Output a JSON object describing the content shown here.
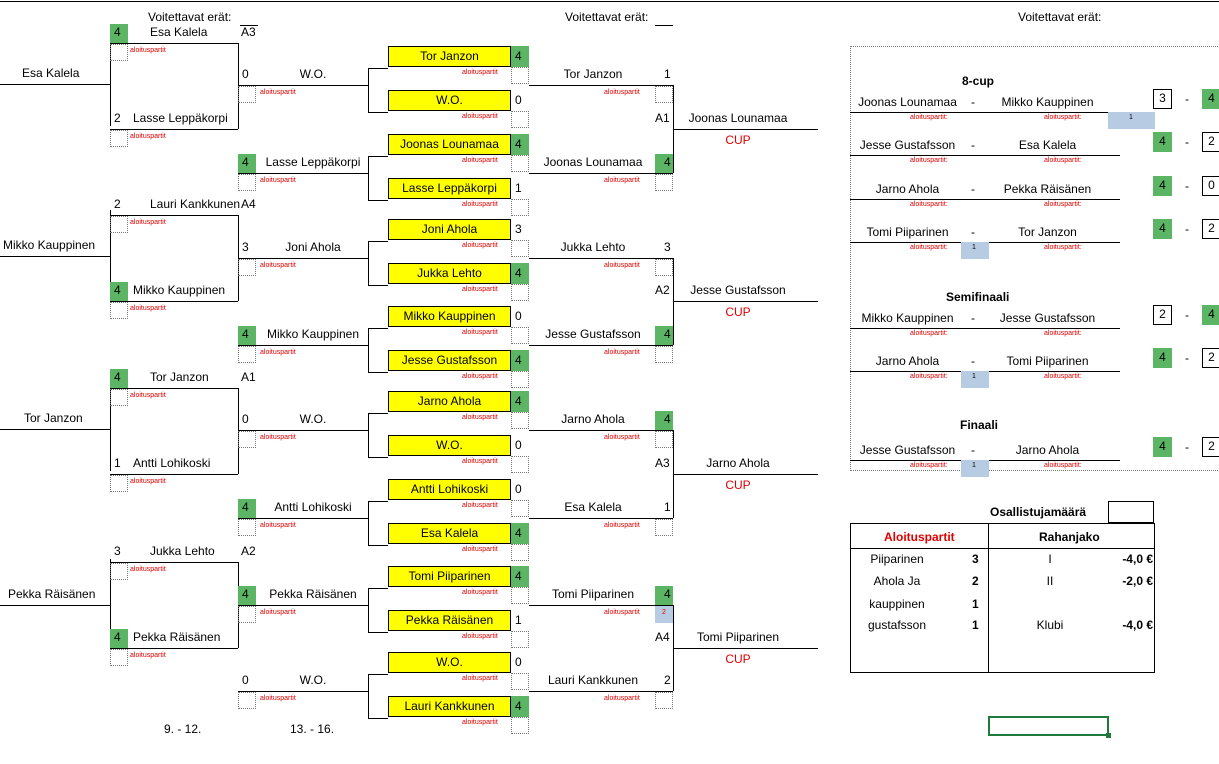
{
  "header": {
    "col1_title": "Voitettavat erät:",
    "col2_title": "Voitettavat erät:",
    "col3_title": "Voitettavat erät:"
  },
  "note_label": "aloituspartit",
  "note_label_colon": "aloituspartit:",
  "round1": [
    {
      "name": "Esa Kalela"
    },
    {
      "name": "Mikko Kauppinen"
    },
    {
      "name": "Tor Janzon"
    },
    {
      "name": "Pekka Räisänen"
    }
  ],
  "round2": [
    {
      "score": "4",
      "name": "Esa Kalela",
      "code": "A3"
    },
    {
      "score": "2",
      "name": "Lasse Leppäkorpi",
      "code": ""
    },
    {
      "score": "2",
      "name": "Lauri Kankkunen",
      "code": "A4"
    },
    {
      "score": "4",
      "name": "Mikko Kauppinen",
      "code": ""
    },
    {
      "score": "4",
      "name": "Tor Janzon",
      "code": "A1"
    },
    {
      "score": "1",
      "name": "Antti Lohikoski",
      "code": ""
    },
    {
      "score": "3",
      "name": "Jukka Lehto",
      "code": "A2"
    },
    {
      "score": "4",
      "name": "Pekka Räisänen",
      "code": ""
    }
  ],
  "round3": [
    {
      "score": "0",
      "name": "W.O."
    },
    {
      "score": "4",
      "name": "Lasse Leppäkorpi"
    },
    {
      "score": "3",
      "name": "Joni Ahola"
    },
    {
      "score": "4",
      "name": "Mikko Kauppinen"
    },
    {
      "score": "0",
      "name": "W.O."
    },
    {
      "score": "4",
      "name": "Antti Lohikoski"
    },
    {
      "score": "4",
      "name": "Pekka Räisänen"
    },
    {
      "score": "0",
      "name": "W.O."
    }
  ],
  "round4": [
    {
      "name": "Tor Janzon",
      "score": "4"
    },
    {
      "name": "W.O.",
      "score": "0"
    },
    {
      "name": "Joonas Lounamaa",
      "score": "4"
    },
    {
      "name": "Lasse Leppäkorpi",
      "score": "1"
    },
    {
      "name": "Joni Ahola",
      "score": "3"
    },
    {
      "name": "Jukka Lehto",
      "score": "4"
    },
    {
      "name": "Mikko Kauppinen",
      "score": "0"
    },
    {
      "name": "Jesse Gustafsson",
      "score": "4"
    },
    {
      "name": "Jarno Ahola",
      "score": "4"
    },
    {
      "name": "W.O.",
      "score": "0"
    },
    {
      "name": "Antti Lohikoski",
      "score": "0"
    },
    {
      "name": "Esa Kalela",
      "score": "4"
    },
    {
      "name": "Tomi Piiparinen",
      "score": "4"
    },
    {
      "name": "Pekka Räisänen",
      "score": "1"
    },
    {
      "name": "W.O.",
      "score": "0"
    },
    {
      "name": "Lauri Kankkunen",
      "score": "4"
    }
  ],
  "round5": [
    {
      "name": "Tor Janzon",
      "score": "1"
    },
    {
      "name": "Joonas Lounamaa",
      "score": "4"
    },
    {
      "name": "Jukka Lehto",
      "score": "3"
    },
    {
      "name": "Jesse Gustafsson",
      "score": "4"
    },
    {
      "name": "Jarno Ahola",
      "score": "4"
    },
    {
      "name": "Esa Kalela",
      "score": "1"
    },
    {
      "name": "Tomi Piiparinen",
      "score": "4"
    },
    {
      "name": "Lauri Kankkunen",
      "score": "2"
    }
  ],
  "round5_extra_note": "2",
  "winners": [
    {
      "code": "A1",
      "name": "Joonas Lounamaa",
      "cup": "CUP"
    },
    {
      "code": "A2",
      "name": "Jesse Gustafsson",
      "cup": "CUP"
    },
    {
      "code": "A3",
      "name": "Jarno Ahola",
      "cup": "CUP"
    },
    {
      "code": "A4",
      "name": "Tomi Piiparinen",
      "cup": "CUP"
    }
  ],
  "footer": {
    "range1": "9. - 12.",
    "range2": "13. - 16."
  },
  "cup": {
    "eight_title": "8-cup",
    "semi_title": "Semifinaali",
    "final_title": "Finaali",
    "dash": "-",
    "eight": [
      {
        "p1": "Joonas Lounamaa",
        "p2": "Mikko Kauppinen",
        "s1": "3",
        "s2": "4",
        "blue2": "1",
        "blue1": ""
      },
      {
        "p1": "Jesse Gustafsson",
        "p2": "Esa Kalela",
        "s1": "4",
        "s2": "2",
        "blue2": "",
        "blue1": ""
      },
      {
        "p1": "Jarno Ahola",
        "p2": "Pekka Räisänen",
        "s1": "4",
        "s2": "0",
        "blue2": "",
        "blue1": ""
      },
      {
        "p1": "Tomi Piiparinen",
        "p2": "Tor Janzon",
        "s1": "4",
        "s2": "2",
        "blue2": "",
        "blue1": "1"
      }
    ],
    "semi": [
      {
        "p1": "Mikko Kauppinen",
        "p2": "Jesse Gustafsson",
        "s1": "2",
        "s2": "4",
        "blue1": ""
      },
      {
        "p1": "Jarno Ahola",
        "p2": "Tomi Piiparinen",
        "s1": "4",
        "s2": "2",
        "blue1": "1"
      }
    ],
    "final": [
      {
        "p1": "Jesse Gustafsson",
        "p2": "Jarno Ahola",
        "s1": "4",
        "s2": "2",
        "blue1": "1"
      }
    ]
  },
  "summary": {
    "participants_label": "Osallistujamäärä",
    "participants_value": "",
    "col_left_title": "Aloituspartit",
    "col_right_title": "Rahanjako",
    "rows": [
      {
        "name": "Piiparinen",
        "count": "3",
        "place": "I",
        "amount": "-4,0 €"
      },
      {
        "name": "Ahola Ja",
        "count": "2",
        "place": "II",
        "amount": "-2,0 €"
      },
      {
        "name": "kauppinen",
        "count": "1",
        "place": "",
        "amount": ""
      },
      {
        "name": "gustafsson",
        "count": "1",
        "place": "Klubi",
        "amount": "-4,0 €"
      }
    ]
  },
  "colors": {
    "green": "#5bb565",
    "yellow": "#ffff00",
    "blue": "#b7cbe3",
    "red": "#e00000"
  }
}
